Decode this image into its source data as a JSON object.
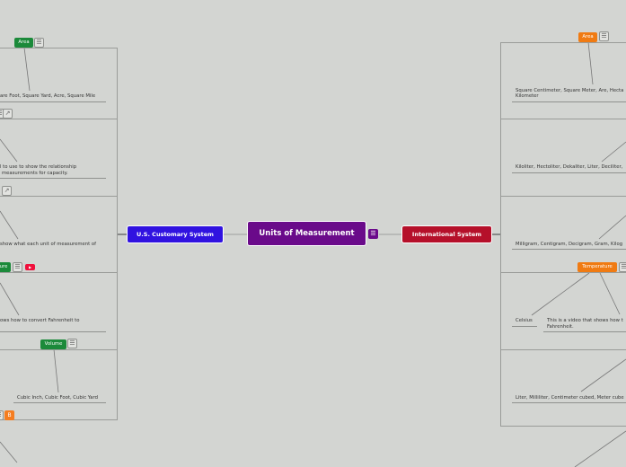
{
  "root": {
    "label": "Units of Measurement",
    "color": "#6a0a8a"
  },
  "left_branch": {
    "label": "U.S. Customary System",
    "color": "#3012e0"
  },
  "right_branch": {
    "label": "International System",
    "color": "#b5102a"
  },
  "left_topics": [
    {
      "badge": "Area",
      "text": [
        "are Foot, Square Yard, Acre, Square Mile"
      ]
    },
    {
      "text": [
        "l to use to show the relationship",
        "measurements for capacity."
      ]
    },
    {
      "text": [
        "show what each unit of measurement of"
      ]
    },
    {
      "badge": "ure",
      "text": [
        "ows how to convert Fahrenheit to"
      ]
    },
    {
      "badge": "Volume",
      "text": [
        "Cubic Inch, Cubic Foot, Cubic Yard"
      ]
    }
  ],
  "right_topics": [
    {
      "badge": "Area",
      "text": [
        "Square Centimeter, Square Meter, Are, Hecta",
        "Kilometer"
      ]
    },
    {
      "text": [
        "Kiloliter, Hectoliter, Dekaliter, Liter, Deciliter,"
      ]
    },
    {
      "text": [
        "Milligram, Centigram, Decigram, Gram, Kilog"
      ]
    },
    {
      "badge": "Temperature",
      "items": [
        "Celsius"
      ],
      "text": [
        "This is a video that shows how t",
        "Fahrenheit."
      ]
    },
    {
      "text": [
        "Liter, Milliliter, Centimeter cubed, Meter cube"
      ]
    }
  ],
  "colors": {
    "green_badge": "#1b8a3a",
    "orange_badge": "#f07b13",
    "background": "#d3d5d2"
  }
}
